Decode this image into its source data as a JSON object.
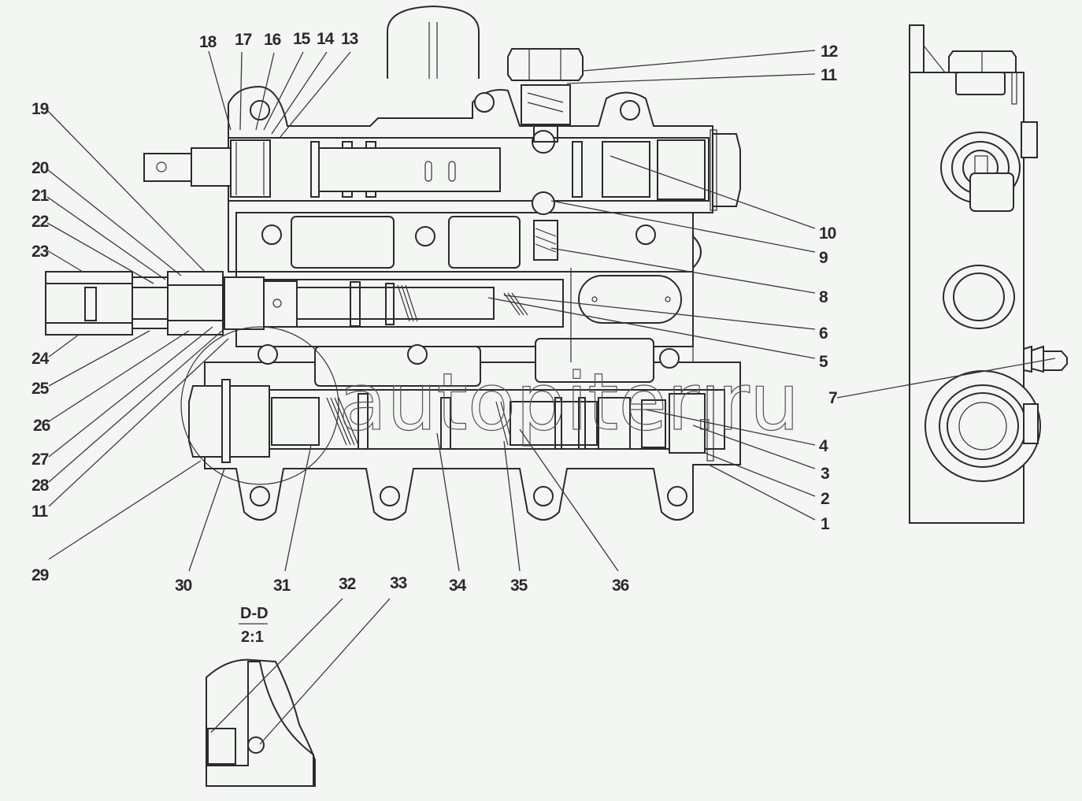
{
  "drawing": {
    "title": "Valve assembly section view",
    "section_view": {
      "name": "D-D",
      "scale": "2:1"
    },
    "watermark": "autopiter.ru",
    "callouts_top": [
      "18",
      "17",
      "16",
      "15",
      "14",
      "13"
    ],
    "callouts_left": [
      "19",
      "20",
      "21",
      "22",
      "23",
      "24",
      "25",
      "26",
      "27",
      "28",
      "11",
      "29"
    ],
    "callouts_right": [
      "12",
      "11",
      "10",
      "9",
      "8",
      "6",
      "5",
      "7",
      "4",
      "3",
      "2",
      "1"
    ],
    "callouts_bottom": [
      "30",
      "31",
      "32",
      "33",
      "34",
      "35",
      "36"
    ]
  },
  "colors": {
    "background": "#f3f6f3",
    "line": "#2b2b2b"
  }
}
